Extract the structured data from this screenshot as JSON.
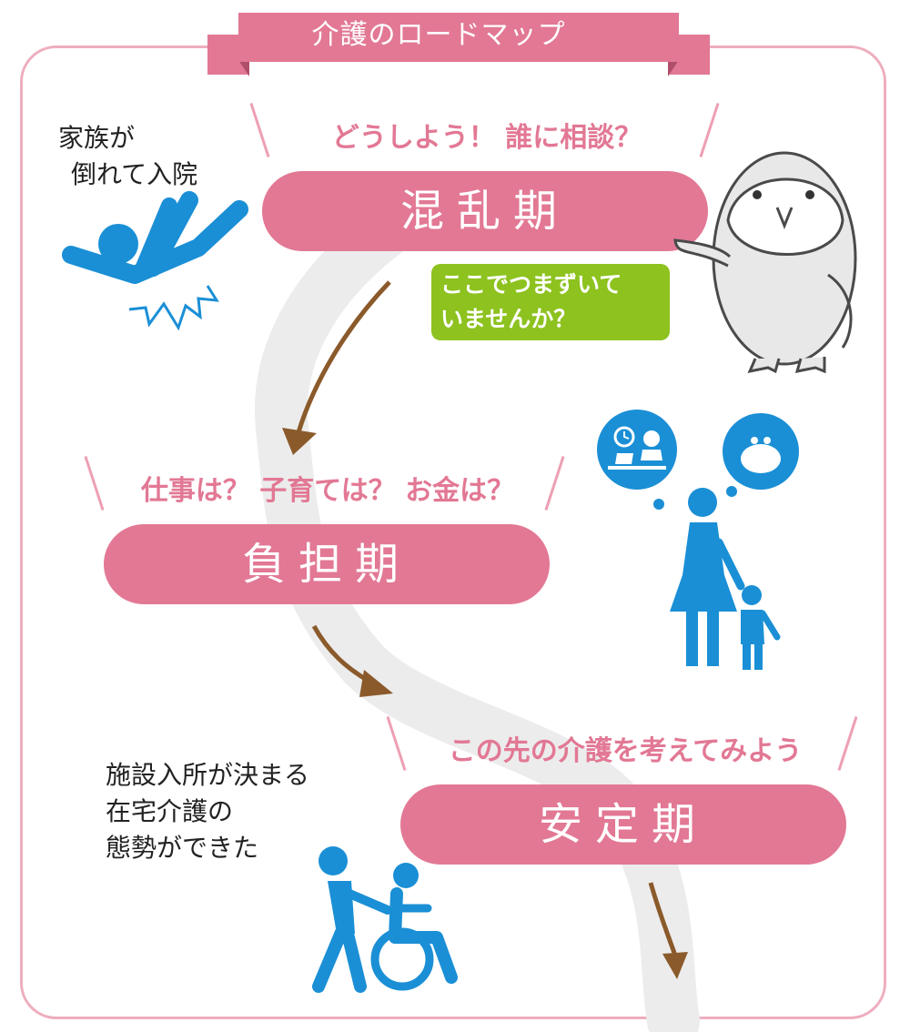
{
  "banner": {
    "title": "介護のロードマップ"
  },
  "stages": [
    {
      "name": "混乱期",
      "question": "どうしよう！ 誰に相談？"
    },
    {
      "name": "負担期",
      "question": "仕事は？ 子育ては？ お金は？"
    },
    {
      "name": "安定期",
      "question": "この先の介護を考えてみよう"
    }
  ],
  "notes": {
    "collapse": [
      "家族が",
      "倒れて入院"
    ],
    "stable": [
      "施設入所が決まる",
      "在宅介護の",
      "態勢ができた"
    ]
  },
  "owl_bubble": {
    "lines": [
      "ここでつまずいて",
      "いませんか？"
    ]
  },
  "colors": {
    "pink": "#e27894",
    "pink_light": "#eeaebe",
    "blue": "#1a8fd6",
    "green": "#8dc21f",
    "brown": "#8b5a2b",
    "path_gray": "#ececec"
  },
  "icons": [
    "falling-person-icon",
    "owl-mascot",
    "desk-clock-thought-icon",
    "purse-thought-icon",
    "mother-child-icon",
    "wheelchair-caregiver-icon"
  ]
}
